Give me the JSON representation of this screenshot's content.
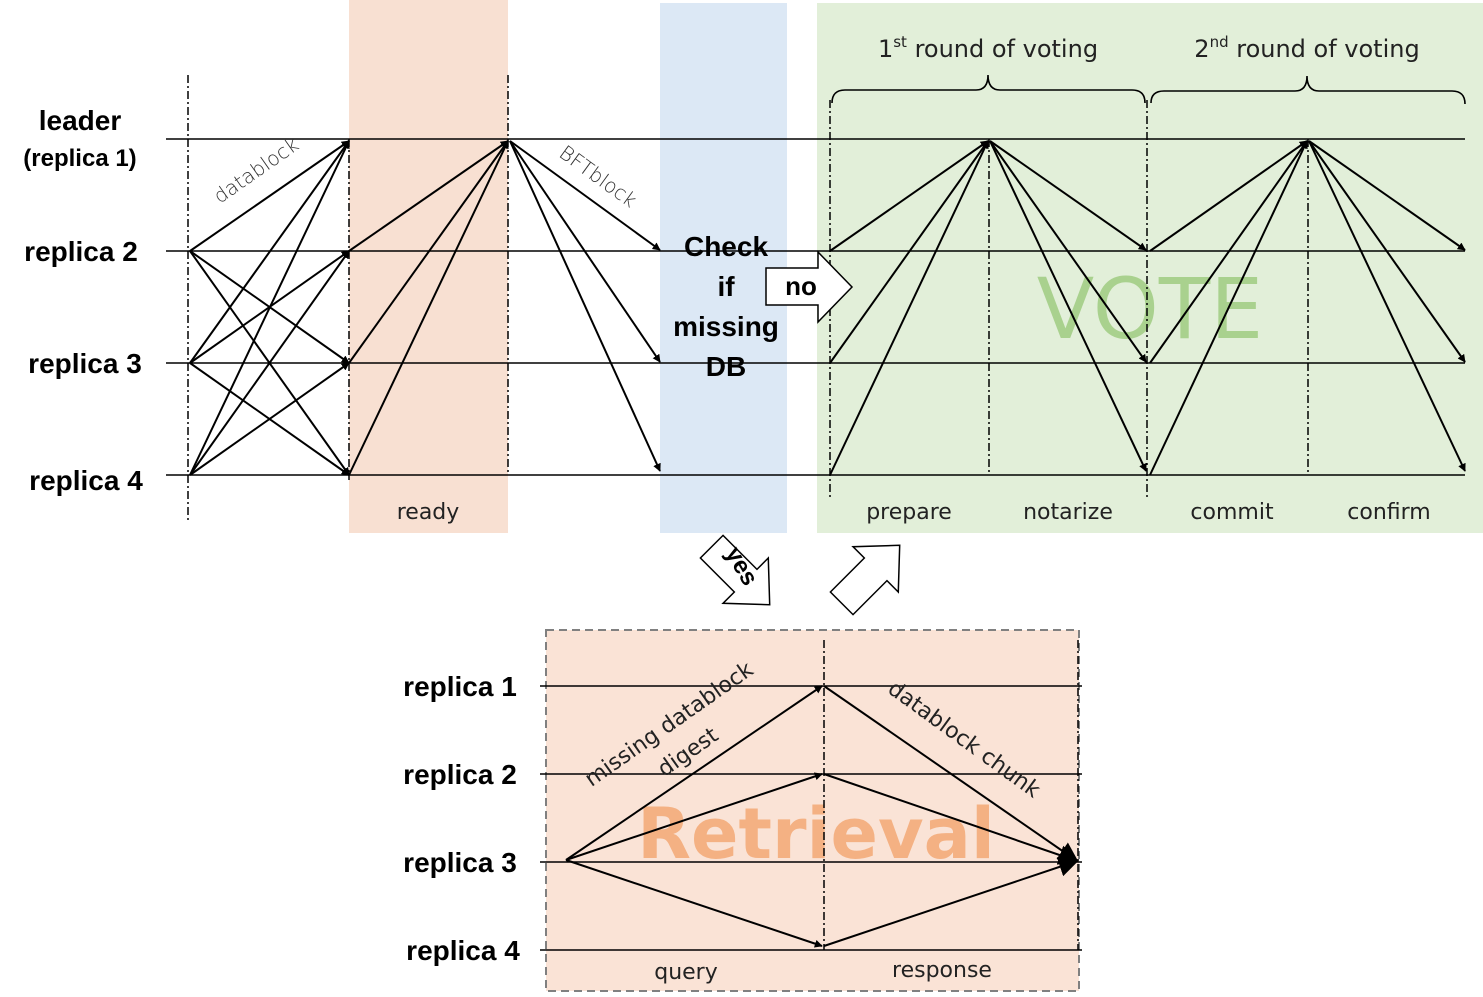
{
  "colors": {
    "ready_bg": "#f8e0d2",
    "check_bg": "#dce8f5",
    "vote_bg": "#e2efd9",
    "vote_text": "#a9d18e",
    "retrieval_bg": "#fae3d6",
    "retrieval_text": "#f4b183",
    "retrieval_border": "#808080"
  },
  "top": {
    "rows": {
      "leader_line1": "leader",
      "leader_line2": "(replica 1)",
      "replica2": "replica 2",
      "replica3": "replica 3",
      "replica4": "replica 4"
    },
    "datablock": "datablock",
    "bftblock": "BFTblock",
    "phases": {
      "ready": "ready",
      "prepare": "prepare",
      "notarize": "notarize",
      "commit": "commit",
      "confirm": "confirm"
    },
    "check": [
      "Check",
      "if",
      "missing",
      "DB"
    ],
    "no": "no",
    "yes": "yes",
    "vote": "VOTE",
    "round1": {
      "num": "1",
      "sup": "st",
      "rest": " round of voting"
    },
    "round2": {
      "num": "2",
      "sup": "nd",
      "rest": " round of voting"
    }
  },
  "retrieval": {
    "title": "Retrieval",
    "rows": {
      "replica1": "replica 1",
      "replica2": "replica 2",
      "replica3": "replica 3",
      "replica4": "replica 4"
    },
    "missing_line1": "missing datablock",
    "missing_line2": "digest",
    "chunk": "datablock chunk",
    "query": "query",
    "response": "response"
  }
}
